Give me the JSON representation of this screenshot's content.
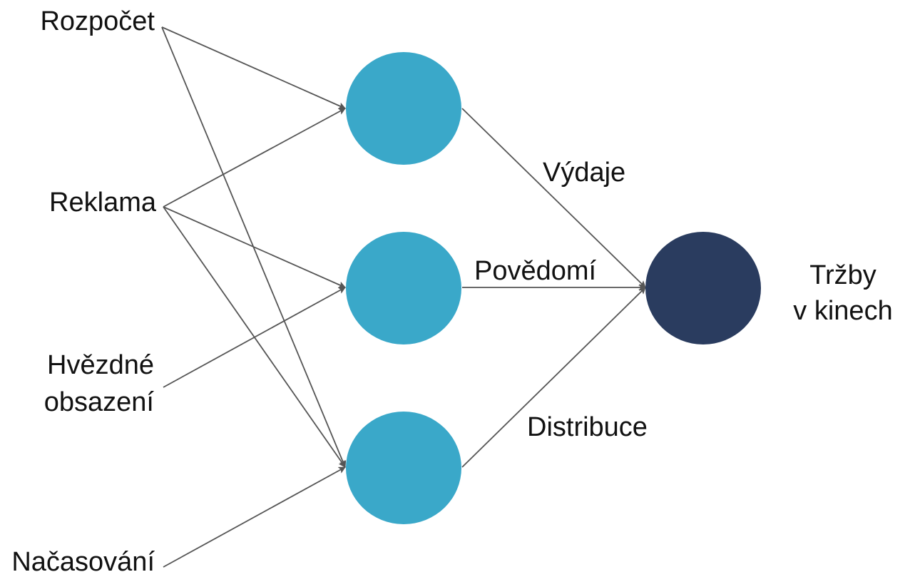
{
  "inputs": {
    "budget": "Rozpočet",
    "advertising": "Reklama",
    "star_cast_line1": "Hvězdné",
    "star_cast_line2": "obsazení",
    "timing": "Načasování"
  },
  "hidden": {
    "spending": "Výdaje",
    "awareness": "Povědomí",
    "distribution": "Distribuce"
  },
  "output": {
    "line1": "Tržby",
    "line2": "v kinech"
  },
  "colors": {
    "hidden_node": "#3aa8c9",
    "output_node": "#2a3c5f",
    "edge": "#555555",
    "text": "#111111"
  }
}
